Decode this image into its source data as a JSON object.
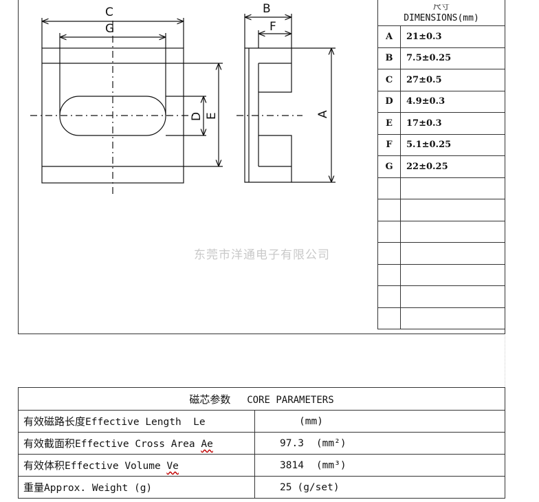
{
  "drawing": {
    "labels": {
      "C": "C",
      "G": "G",
      "B": "B",
      "F": "F",
      "D": "D",
      "E": "E",
      "A": "A"
    }
  },
  "watermark": "东莞市洋通电子有限公司",
  "dimensions": {
    "header_cn": "尺寸",
    "header": "DIMENSIONS(mm)",
    "rows": [
      {
        "key": "A",
        "value": "21±0.3"
      },
      {
        "key": "B",
        "value": "7.5±0.25"
      },
      {
        "key": "C",
        "value": "27±0.5"
      },
      {
        "key": "D",
        "value": "4.9±0.3"
      },
      {
        "key": "E",
        "value": "17±0.3"
      },
      {
        "key": "F",
        "value": "5.1±0.25"
      },
      {
        "key": "G",
        "value": "22±0.25"
      },
      {
        "key": "",
        "value": ""
      },
      {
        "key": "",
        "value": ""
      },
      {
        "key": "",
        "value": ""
      },
      {
        "key": "",
        "value": ""
      },
      {
        "key": "",
        "value": ""
      },
      {
        "key": "",
        "value": ""
      },
      {
        "key": "",
        "value": ""
      }
    ]
  },
  "core": {
    "title_cn": "磁芯参数",
    "title_en": "CORE PARAMETERS",
    "rows": [
      {
        "label_cn": "有效磁路长度",
        "label_en": "Effective Length  ",
        "symbol": "Le",
        "value": "",
        "unit": "(mm)"
      },
      {
        "label_cn": "有效截面积",
        "label_en": "Effective Cross Area ",
        "symbol": "Ae",
        "value": "97.3",
        "unit": "(mm²)"
      },
      {
        "label_cn": "有效体积",
        "label_en": "Effective Volume ",
        "symbol": "Ve",
        "value": "3814",
        "unit": "(mm³)"
      },
      {
        "label_cn": "重量",
        "label_en": "Approx. Weight ",
        "symbol": "(g)",
        "value": "25",
        "unit": "(g/set)"
      }
    ]
  }
}
